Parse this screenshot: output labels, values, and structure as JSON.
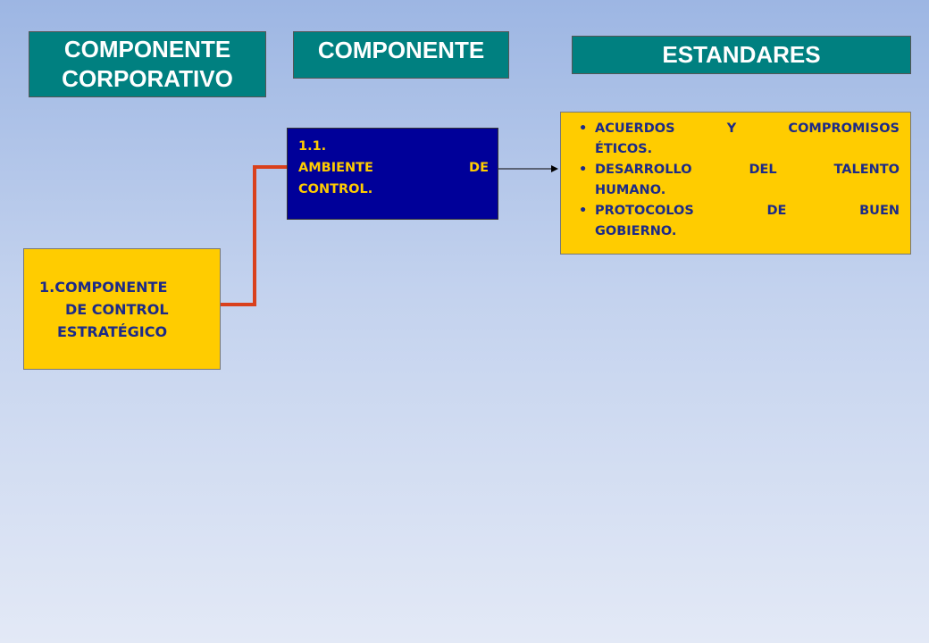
{
  "headers": {
    "corporativo": [
      "COMPONENTE",
      "CORPORATIVO"
    ],
    "componente": "COMPONENTE",
    "estandares": "ESTANDARES"
  },
  "strategic": {
    "number": "1.",
    "words": [
      "COMPONENTE",
      "DE CONTROL",
      "ESTRATÉGICO"
    ]
  },
  "ambiente": {
    "number": "1.1.",
    "line1": [
      "AMBIENTE",
      "DE"
    ],
    "line2": "CONTROL."
  },
  "standards": {
    "bullet": "•",
    "items": [
      {
        "line1": [
          "ACUERDOS",
          "Y",
          "COMPROMISOS"
        ],
        "line2": "ÉTICOS."
      },
      {
        "line1": [
          "DESARROLLO",
          "DEL",
          "TALENTO"
        ],
        "line2": "HUMANO."
      },
      {
        "line1": [
          "PROTOCOLOS",
          "DE",
          "BUEN"
        ],
        "line2": "GOBIERNO."
      }
    ]
  },
  "colors": {
    "header_bg": "#008080",
    "header_text": "#ffffff",
    "yellow_box": "#ffcc00",
    "blue_box": "#000099",
    "navy_text": "#1c2a88",
    "connector_red": "#d9401c",
    "arrow_black": "#000000"
  }
}
